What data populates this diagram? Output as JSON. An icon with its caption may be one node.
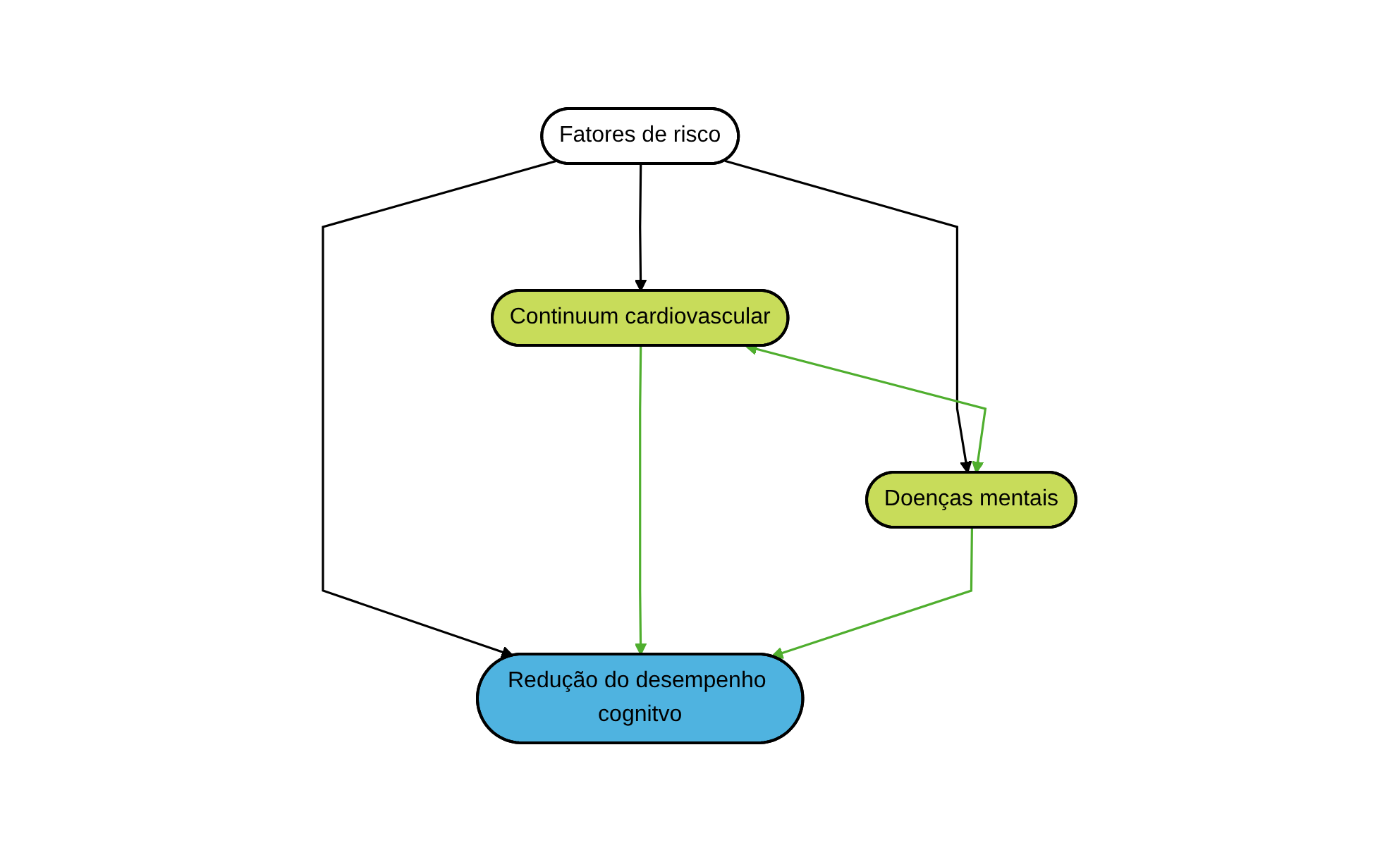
{
  "diagram": {
    "nodes": [
      {
        "text": [
          "Fatores de risco"
        ]
      },
      {
        "text": [
          "Continuum cardiovascular"
        ]
      },
      {
        "text": [
          "Doenças mentais"
        ]
      },
      {
        "text": [
          "Redução do desempenho cognitvo"
        ]
      }
    ],
    "edges": [
      {
        "from": 0,
        "to": 1,
        "arrow": "to"
      },
      {
        "from": 0,
        "to": 3,
        "arrow": "to"
      },
      {
        "from": 0,
        "to": 2,
        "arrow": "to"
      },
      {
        "from": 1,
        "to": 2,
        "arrow": "both",
        "color": "#4fae2e"
      },
      {
        "from": 1,
        "to": 3,
        "arrow": "to",
        "color": "#4fae2e"
      },
      {
        "from": 2,
        "to": 3,
        "arrow": "to",
        "color": "#4fae2e"
      }
    ]
  }
}
